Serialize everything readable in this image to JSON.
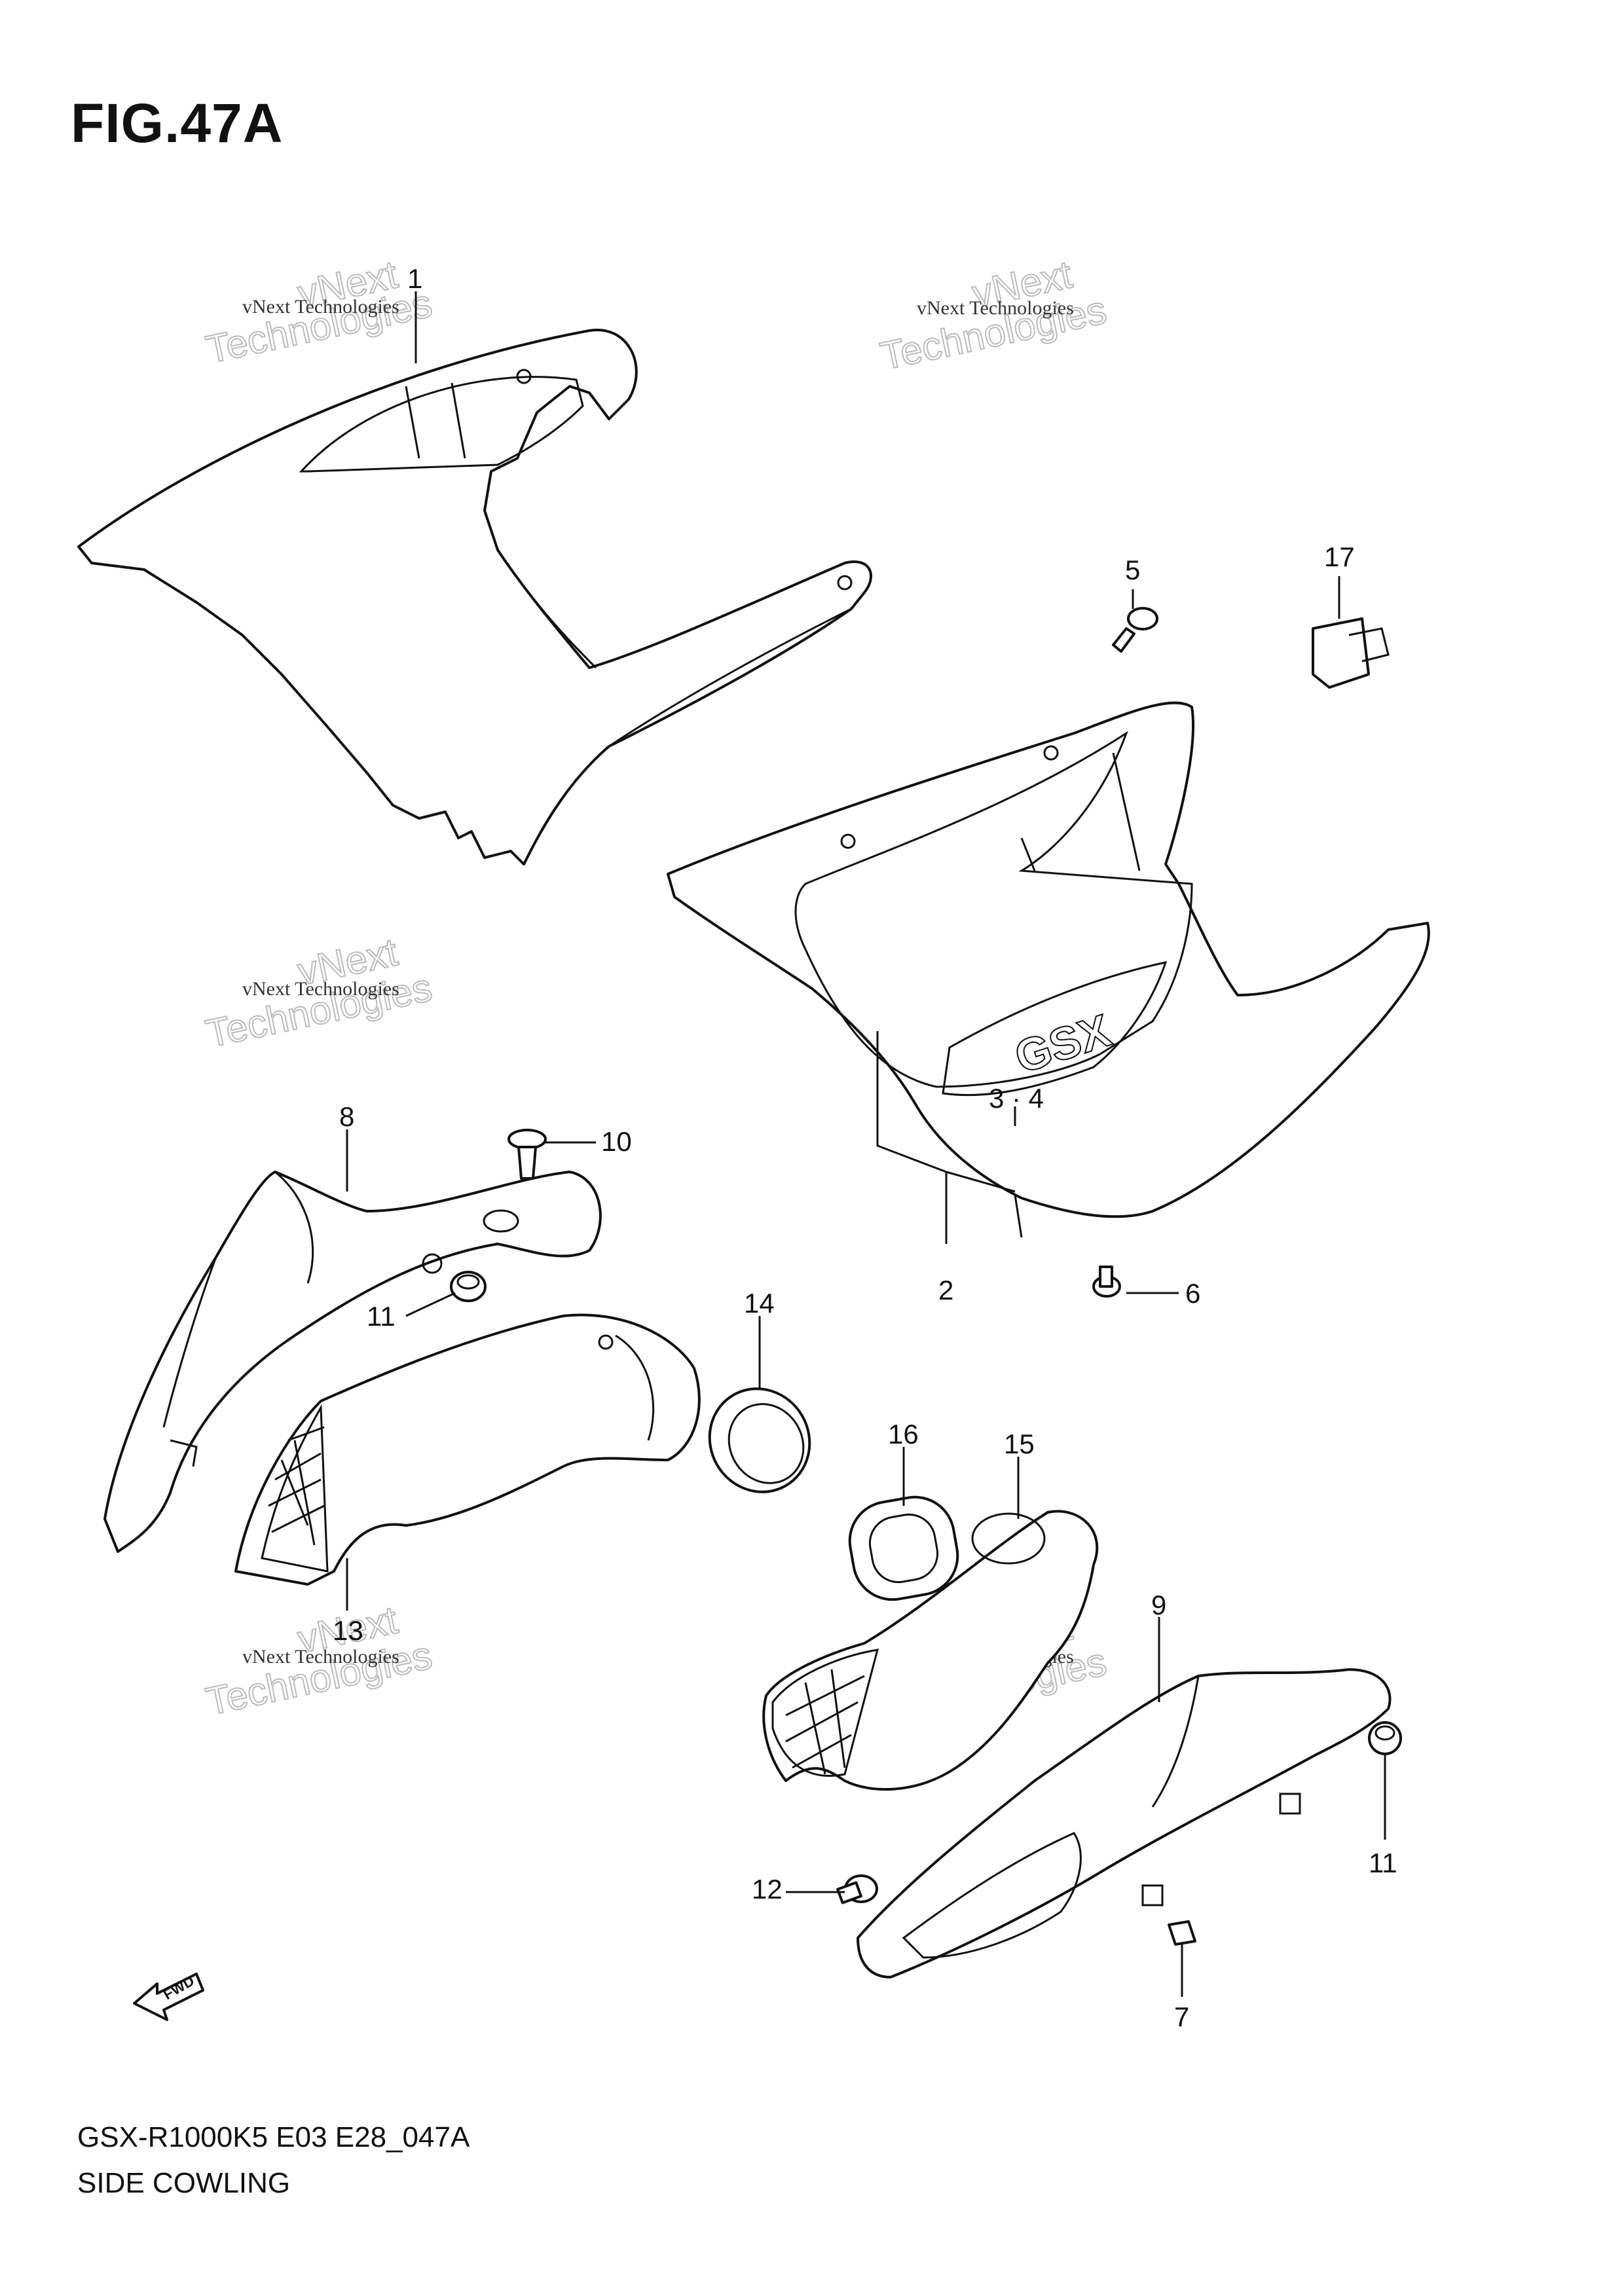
{
  "figure": {
    "title": "FIG.47A"
  },
  "watermark": {
    "line1": "vNext Technologies",
    "line2": "Technologies",
    "line3": "vNext"
  },
  "fwd_label": "FWD",
  "callouts": [
    {
      "id": "c1",
      "label": "1"
    },
    {
      "id": "c2",
      "label": "2"
    },
    {
      "id": "c34",
      "label": "3 · 4"
    },
    {
      "id": "c5",
      "label": "5"
    },
    {
      "id": "c6",
      "label": "6"
    },
    {
      "id": "c7",
      "label": "7"
    },
    {
      "id": "c8",
      "label": "8"
    },
    {
      "id": "c9",
      "label": "9"
    },
    {
      "id": "c10",
      "label": "10"
    },
    {
      "id": "c11a",
      "label": "11"
    },
    {
      "id": "c11b",
      "label": "11"
    },
    {
      "id": "c12",
      "label": "12"
    },
    {
      "id": "c13",
      "label": "13"
    },
    {
      "id": "c14",
      "label": "14"
    },
    {
      "id": "c15",
      "label": "15"
    },
    {
      "id": "c16",
      "label": "16"
    },
    {
      "id": "c17",
      "label": "17"
    }
  ],
  "footer": {
    "model_code": "GSX-R1000K5 E03 E28_047A",
    "section_name": "SIDE COWLING"
  }
}
